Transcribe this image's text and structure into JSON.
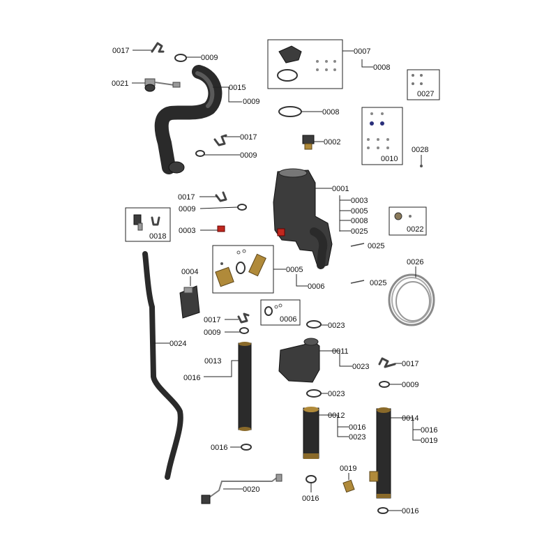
{
  "parts": {
    "p0001": "0001",
    "p0002": "0002",
    "p0003": "0003",
    "p0004": "0004",
    "p0005": "0005",
    "p0006": "0006",
    "p0007": "0007",
    "p0008": "0008",
    "p0009": "0009",
    "p0010": "0010",
    "p0011": "0011",
    "p0012": "0012",
    "p0013": "0013",
    "p0014": "0014",
    "p0015": "0015",
    "p0016": "0016",
    "p0017": "0017",
    "p0018": "0018",
    "p0019": "0019",
    "p0020": "0020",
    "p0021": "0021",
    "p0022": "0022",
    "p0023": "0023",
    "p0024": "0024",
    "p0025": "0025",
    "p0026": "0026",
    "p0027": "0027",
    "p0028": "0028"
  }
}
